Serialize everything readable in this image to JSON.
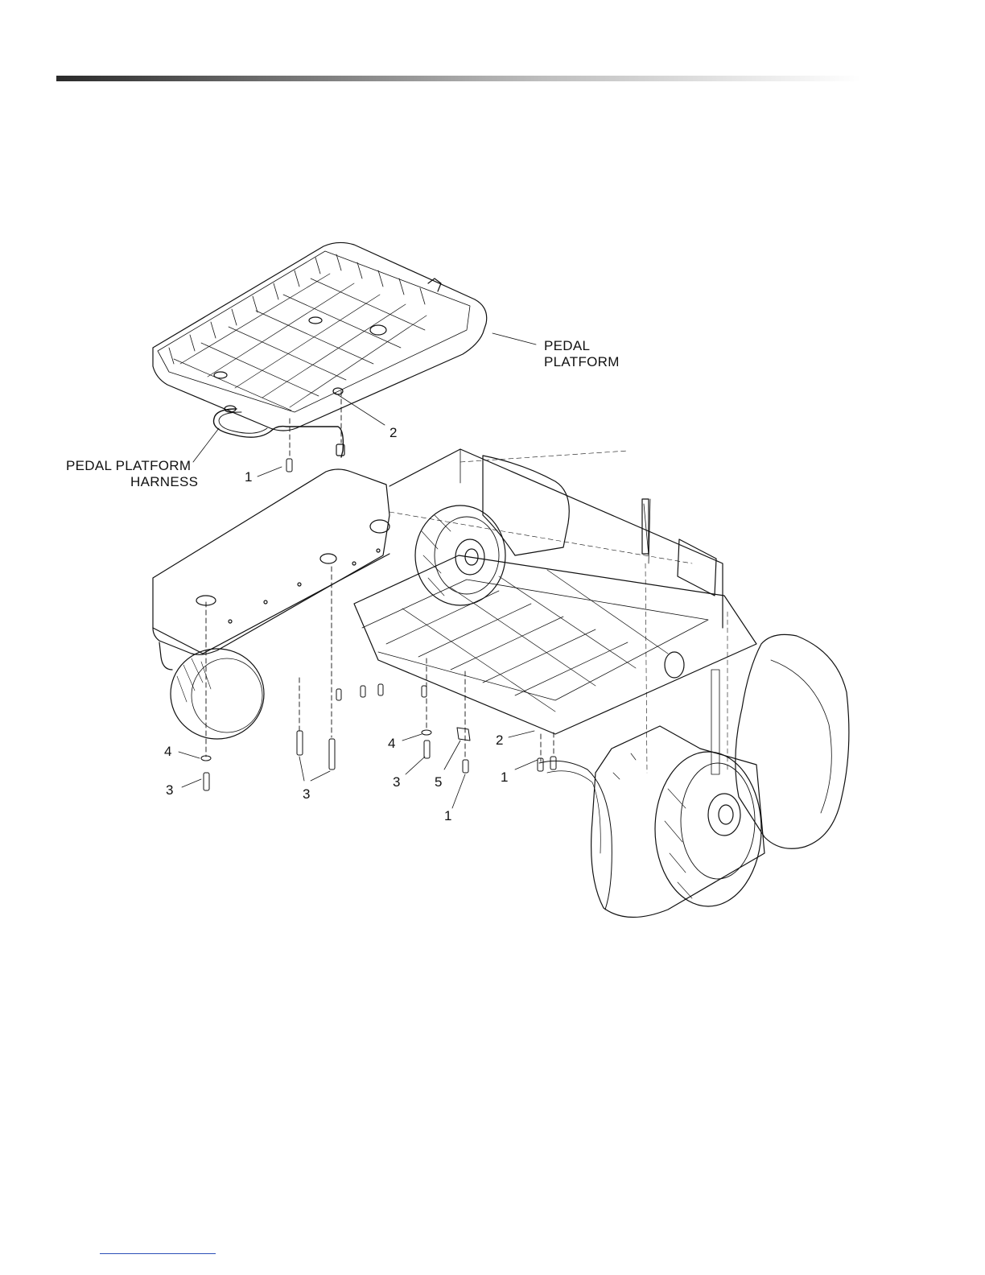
{
  "callouts": {
    "pedal_platform_line1": "PEDAL",
    "pedal_platform_line2": "PLATFORM",
    "harness_line1": "PEDAL  PLATFORM",
    "harness_line2": "HARNESS",
    "top_1": "1",
    "top_2": "2",
    "left_4": "4",
    "left_3": "3",
    "mid_3": "3",
    "center_4": "4",
    "center_3": "3",
    "center_5": "5",
    "center_1": "1",
    "right_2": "2",
    "right_1": "1"
  }
}
